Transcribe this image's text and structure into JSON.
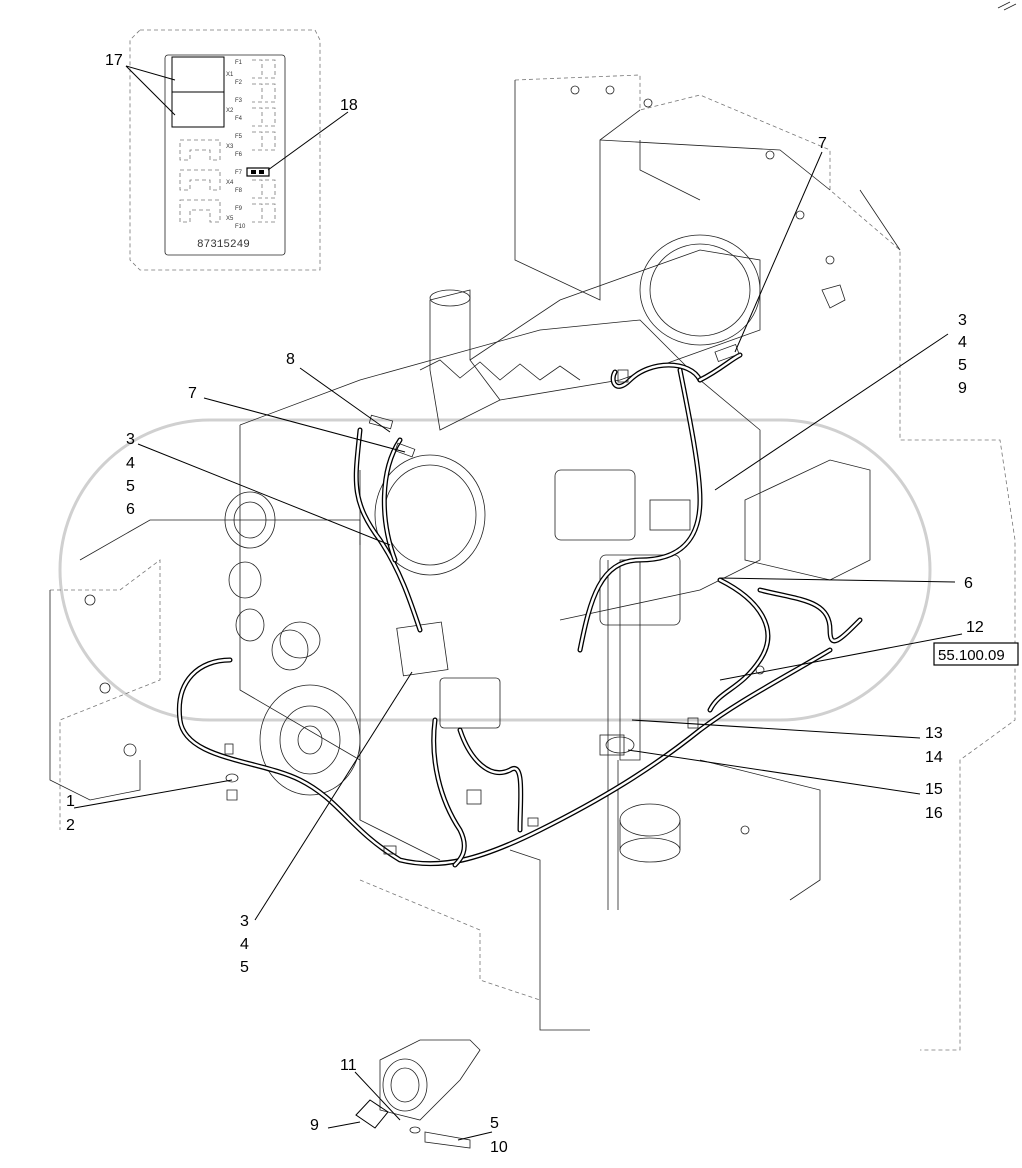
{
  "fuse_box": {
    "part_number": "87315249",
    "fuse_labels": [
      "F1",
      "F2",
      "F3",
      "F4",
      "F5",
      "F6",
      "F7",
      "F8",
      "F9",
      "F10"
    ],
    "relay_labels": [
      "X1",
      "X2",
      "X3",
      "X4",
      "X5"
    ]
  },
  "callouts": {
    "c17": "17",
    "c18": "18",
    "c7_top": "7",
    "c8": "8",
    "c7_left": "7",
    "c3_right": "3",
    "c4_right": "4",
    "c5_right": "5",
    "c9_right": "9",
    "c3_left": "3",
    "c4_left": "4",
    "c5_left": "5",
    "c6_left": "6",
    "c6_right": "6",
    "c12": "12",
    "c13": "13",
    "c14": "14",
    "c15": "15",
    "c16": "16",
    "c1": "1",
    "c2": "2",
    "c3_bottom": "3",
    "c4_bottom": "4",
    "c5_bottom": "5",
    "c11": "11",
    "c9_bottom": "9",
    "c5_detail": "5",
    "c10": "10"
  },
  "reference_box": "55.100.09"
}
